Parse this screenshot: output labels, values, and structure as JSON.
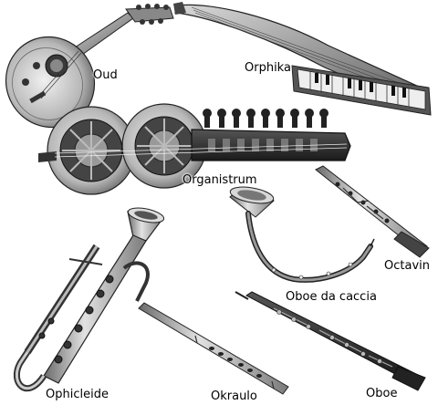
{
  "labels": {
    "oud": "Oud",
    "orphika": "Orphika",
    "organistrum": "Organistrum",
    "octavin": "Octavin",
    "oboe_da_caccia": "Oboe da caccia",
    "ophicleide": "Ophicleide",
    "okraulo": "Okraulo",
    "oboe": "Oboe"
  }
}
